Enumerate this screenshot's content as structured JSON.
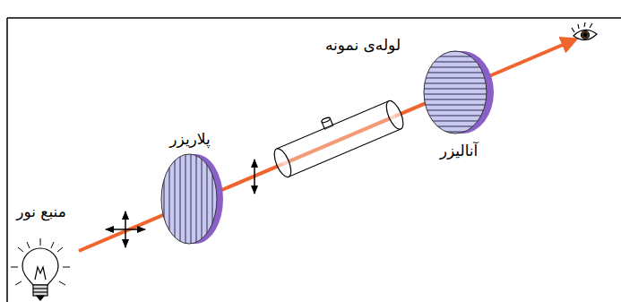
{
  "diagram": {
    "labels": [
      "منبع نور",
      "پلاریزر",
      "لوله‌ی نمونه",
      "آنالیزر"
    ]
  }
}
